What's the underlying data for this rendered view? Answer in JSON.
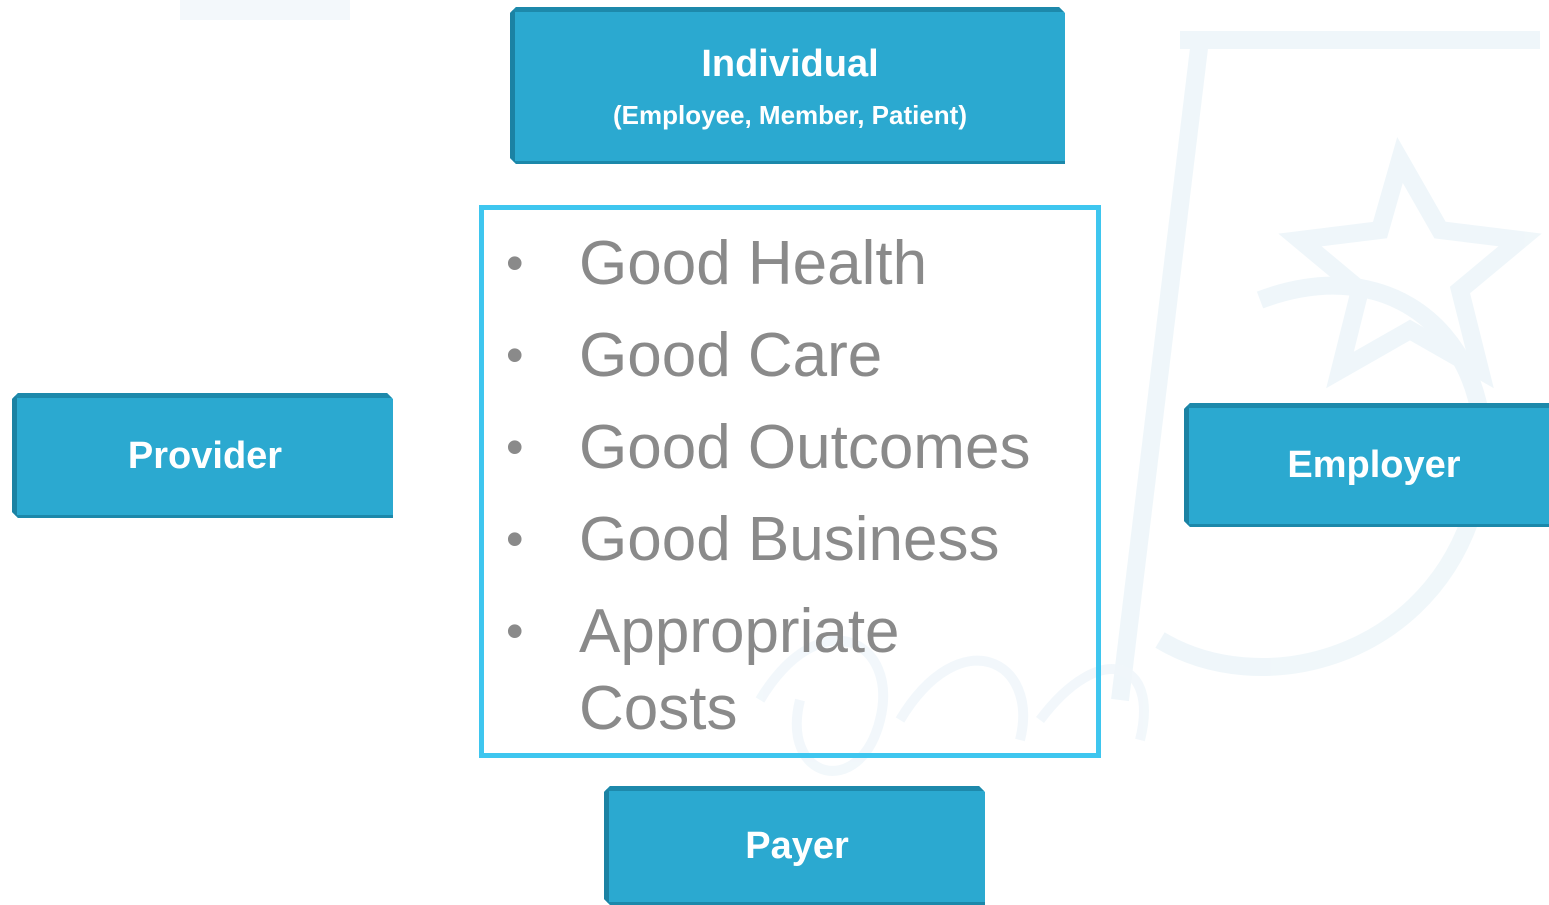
{
  "stakeholders": {
    "individual": {
      "title": "Individual",
      "subtitle": "(Employee, Member, Patient)"
    },
    "provider": {
      "title": "Provider"
    },
    "employer": {
      "title": "Employer"
    },
    "payer": {
      "title": "Payer"
    }
  },
  "goals": [
    "Good Health",
    "Good Care",
    "Good Outcomes",
    "Good Business",
    "Appropriate Costs"
  ],
  "colors": {
    "box_fill": "#2ba9d0",
    "box_text": "#ffffff",
    "goals_border": "#3ec6ef",
    "goals_text": "#8a8a8a"
  }
}
